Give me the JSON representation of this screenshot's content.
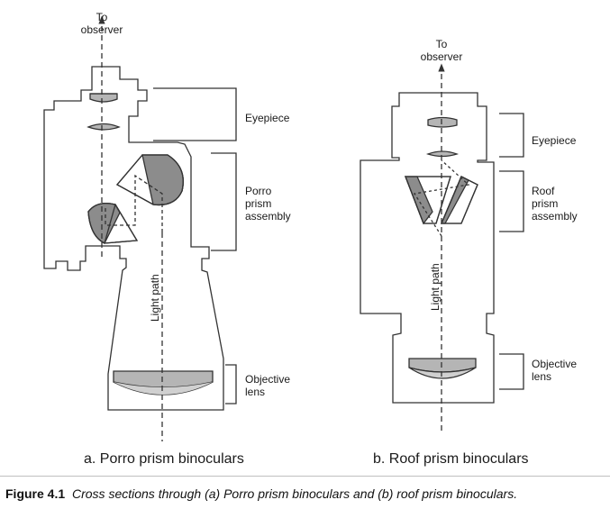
{
  "porro": {
    "to_observer": [
      "To",
      "observer"
    ],
    "eyepiece": "Eyepiece",
    "prism_assembly": [
      "Porro",
      "prism",
      "assembly"
    ],
    "light_path": "Light path",
    "objective": [
      "Objective",
      "lens"
    ],
    "subcaption": "a.  Porro prism binoculars"
  },
  "roof": {
    "to_observer": [
      "To",
      "observer"
    ],
    "eyepiece": "Eyepiece",
    "prism_assembly": [
      "Roof",
      "prism",
      "assembly"
    ],
    "light_path": "Light path",
    "objective": [
      "Objective",
      "lens"
    ],
    "subcaption": "b.  Roof prism binoculars"
  },
  "figure": {
    "number": "Figure 4.1",
    "caption": "Cross sections through (a) Porro prism binoculars and (b) roof prism binoculars."
  },
  "colors": {
    "line": "#333333",
    "prism_gray": "#8c8c8c",
    "lens_gray": "#b5b5b5"
  }
}
